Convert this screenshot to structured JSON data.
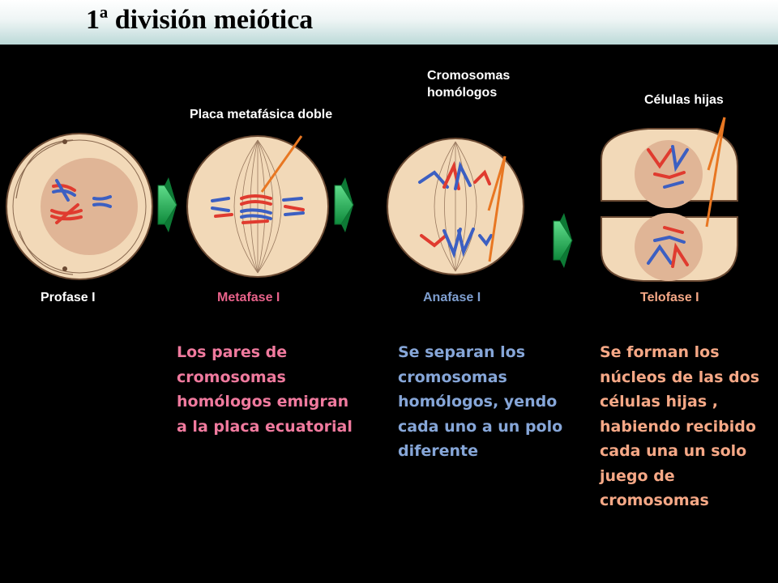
{
  "title": "1ª división meiótica",
  "callouts": {
    "placa": "Placa metafásica doble",
    "cromosomas_line1": "Cromosomas",
    "cromosomas_line2": "homólogos",
    "celulas": "Células hijas"
  },
  "phases": [
    {
      "label": "Profase I",
      "color": "#ffffff"
    },
    {
      "label": "Metafase I",
      "color": "#e8628a"
    },
    {
      "label": "Anafase I",
      "color": "#7f9fd0"
    },
    {
      "label": "Telofase I",
      "color": "#f6a886"
    }
  ],
  "descriptions": {
    "metafase": [
      "Los pares de",
      "cromosomas",
      "homólogos emigran",
      "a la placa ecuatorial"
    ],
    "anafase": [
      "Se separan los",
      "cromosomas",
      "homólogos, yendo",
      "cada uno a un polo",
      "diferente"
    ],
    "telofase": [
      "Se forman los",
      "núcleos de las dos",
      "células hijas ,",
      "habiendo recibido",
      "cada una un solo",
      "juego de",
      "cromosomas"
    ]
  },
  "colors": {
    "cell": "#f2d9b8",
    "nucleus": "#e0b596",
    "chromosome_red": "#e03b2f",
    "chromosome_blue": "#3c5fc2",
    "pointer": "#e87722",
    "arrow": "#2fb35a"
  }
}
